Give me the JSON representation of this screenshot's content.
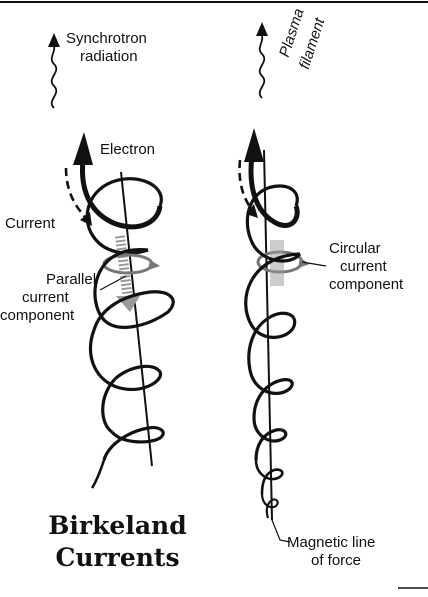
{
  "title": {
    "line1": "Birkeland",
    "line2": "Currents"
  },
  "labels": {
    "synchrotron_line1": "Synchrotron",
    "synchrotron_line2": "radiation",
    "electron": "Electron",
    "current": "Current",
    "parallel_line1": "Parallel",
    "parallel_line2": "current",
    "parallel_line3": "component",
    "plasma_line1": "Plasma",
    "plasma_line2": "filament",
    "circular_line1": "Circular",
    "circular_line2": "current",
    "circular_line3": "component",
    "magnetic_line1": "Magnetic line",
    "magnetic_line2": "of force"
  },
  "colors": {
    "ink": "#111111",
    "stipple": "#9a9a9a",
    "background": "#ffffff"
  }
}
